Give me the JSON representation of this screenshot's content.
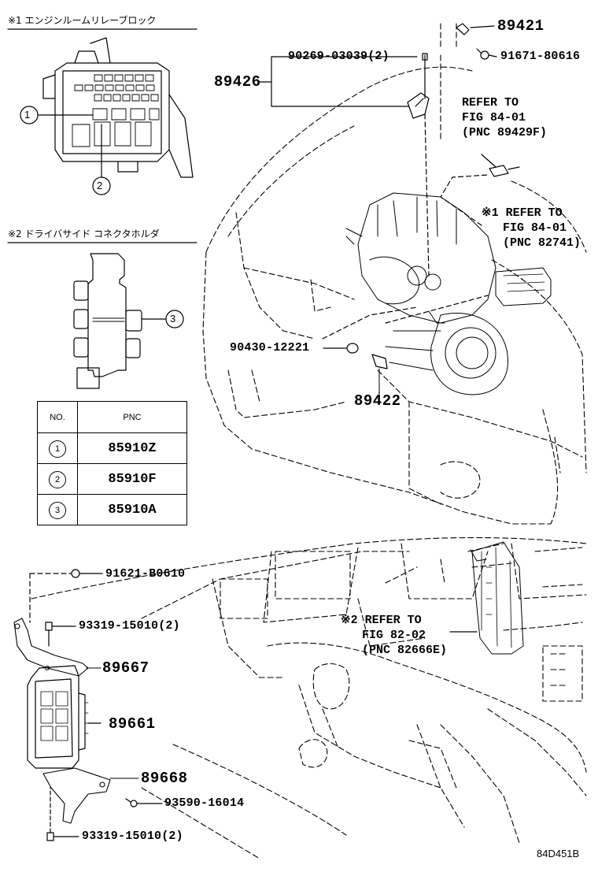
{
  "insets": {
    "relay_block_title": "※1 エンジンルームリレーブロック",
    "connector_holder_title": "※2 ドライバサイド コネクタホルダ",
    "callouts": [
      "1",
      "2",
      "3"
    ]
  },
  "pnc_table": {
    "header_no": "NO.",
    "header_pnc": "PNC",
    "rows": [
      {
        "no": "1",
        "pnc": "85910Z"
      },
      {
        "no": "2",
        "pnc": "85910F"
      },
      {
        "no": "3",
        "pnc": "85910A"
      }
    ]
  },
  "parts": {
    "p89421": "89421",
    "p91671": "91671-80616",
    "p90269": "90269-03039(2)",
    "p89426": "89426",
    "p90430": "90430-12221",
    "p89422": "89422",
    "p91621": "91621-B0610",
    "p93319_top": "93319-15010(2)",
    "p89667": "89667",
    "p89661": "89661",
    "p89668": "89668",
    "p93590": "93590-16014",
    "p93319_bottom": "93319-15010(2)"
  },
  "references": {
    "ref_89429F": "REFER TO\nFIG 84-01\n(PNC 89429F)",
    "ref_82741": "※1 REFER TO\n   FIG 84-01\n   (PNC 82741)",
    "ref_82666E": "※2 REFER TO\n   FIG 82-02\n   (PNC 82666E)"
  },
  "figure_id": "84D451B"
}
